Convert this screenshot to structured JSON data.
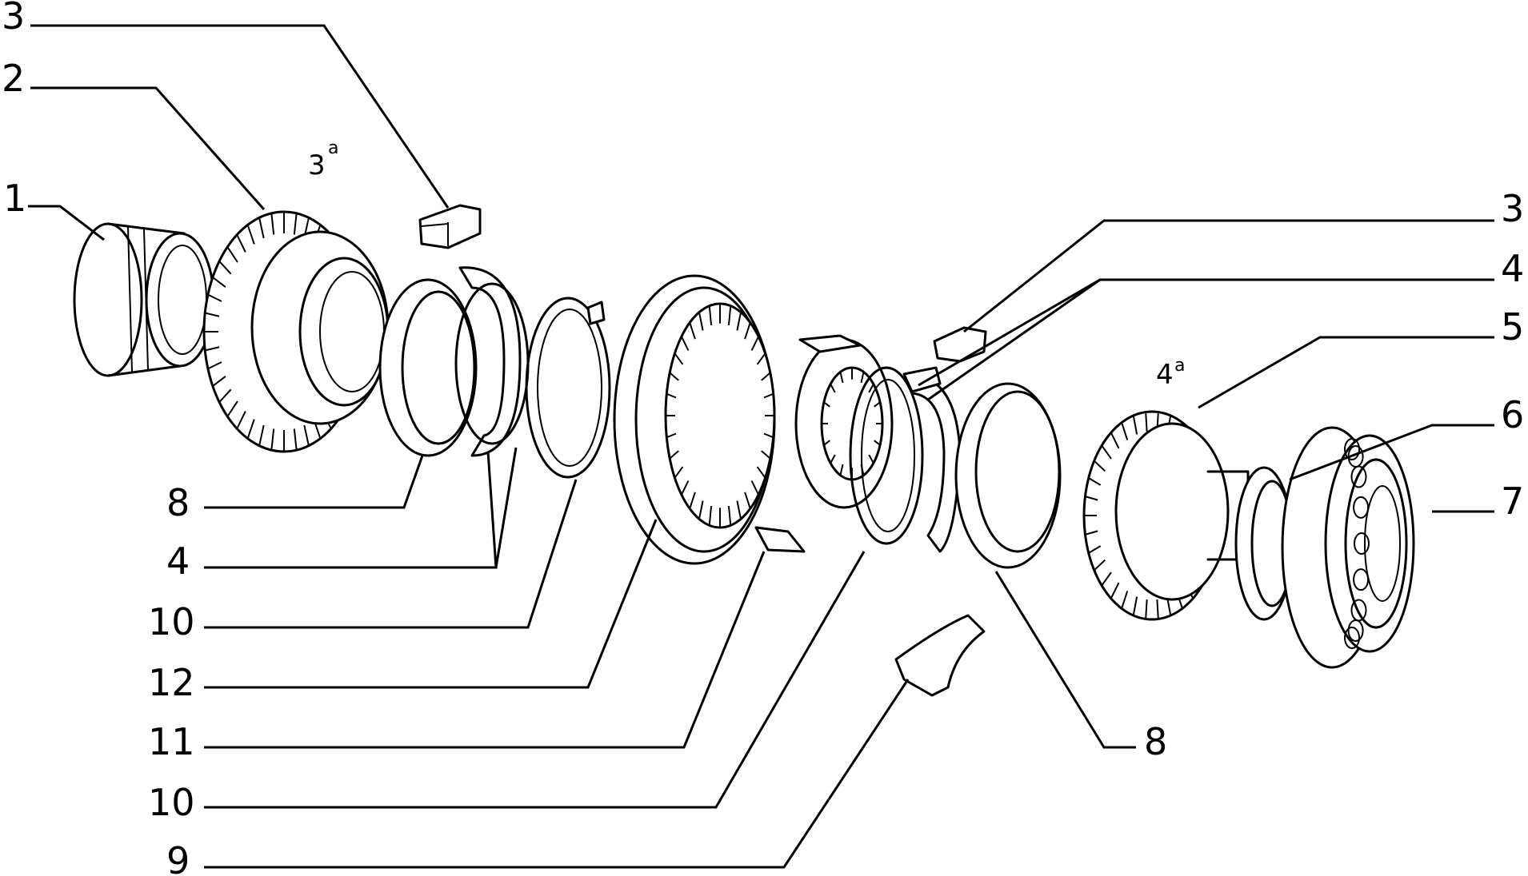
{
  "callouts": {
    "top_left_3": "3",
    "top_left_2": "2",
    "left_1": "1",
    "right_3": "3",
    "right_4": "4",
    "right_5": "5",
    "right_6": "6",
    "right_7": "7",
    "left_8": "8",
    "left_4": "4",
    "left_10a": "10",
    "left_12": "12",
    "left_11": "11",
    "left_10b": "10",
    "left_9": "9",
    "bottom_8": "8"
  },
  "gear_labels": {
    "third": {
      "number": "3",
      "suffix": "a"
    },
    "fourth": {
      "number": "4",
      "suffix": "a"
    }
  }
}
